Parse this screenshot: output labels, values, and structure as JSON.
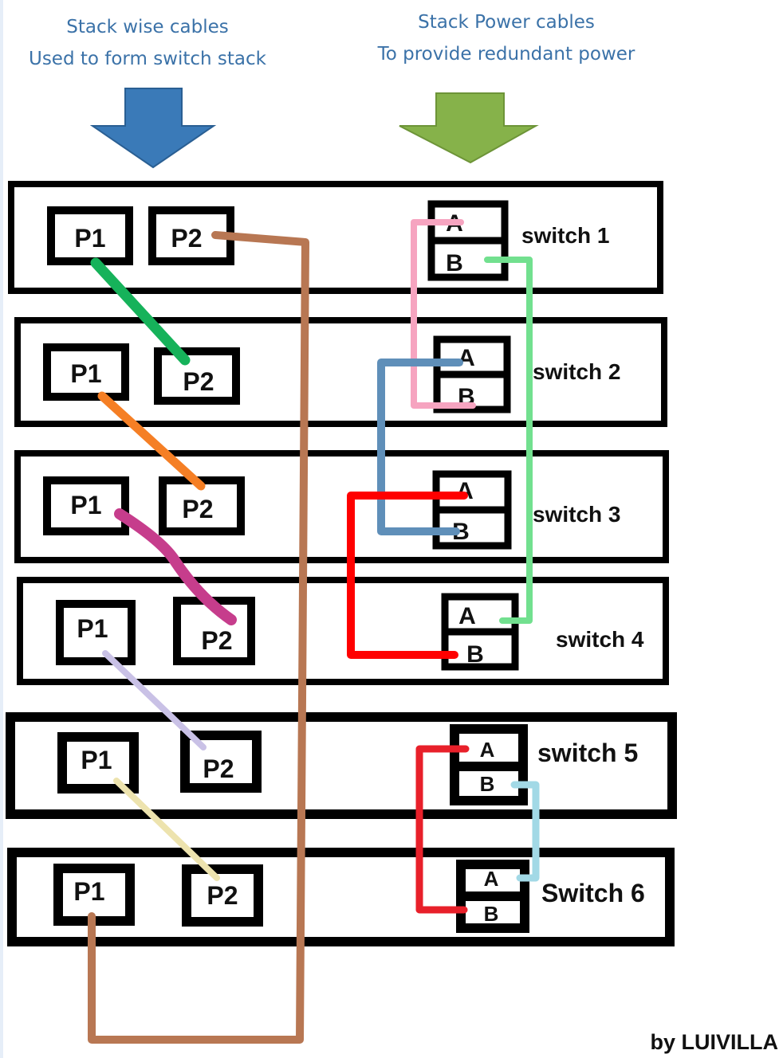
{
  "headers": {
    "left": {
      "line1": "Stack wise cables",
      "line2": "Used to form switch stack",
      "arrow_color": "#3a7ab8"
    },
    "right": {
      "line1": "Stack Power cables",
      "line2": "To provide redundant power",
      "arrow_color": "#86b24a"
    }
  },
  "switches": [
    {
      "name": "switch 1",
      "ports": [
        "P1",
        "P2"
      ],
      "power_ports": [
        "A",
        "B"
      ]
    },
    {
      "name": "switch 2",
      "ports": [
        "P1",
        "P2"
      ],
      "power_ports": [
        "A",
        "B"
      ]
    },
    {
      "name": "switch 3",
      "ports": [
        "P1",
        "P2"
      ],
      "power_ports": [
        "A",
        "B"
      ]
    },
    {
      "name": "switch 4",
      "ports": [
        "P1",
        "P2"
      ],
      "power_ports": [
        "A",
        "B"
      ]
    },
    {
      "name": "switch 5",
      "ports": [
        "P1",
        "P2"
      ],
      "power_ports": [
        "A",
        "B"
      ]
    },
    {
      "name": "Switch 6",
      "ports": [
        "P1",
        "P2"
      ],
      "power_ports": [
        "A",
        "B"
      ]
    }
  ],
  "stackwise_cables": [
    {
      "from": "switch 1 P1",
      "to": "switch 2 P2",
      "color": "#16b25a"
    },
    {
      "from": "switch 2 P1",
      "to": "switch 3 P2",
      "color": "#f57f25"
    },
    {
      "from": "switch 3 P1",
      "to": "switch 4 P2",
      "color": "#c63d8c"
    },
    {
      "from": "switch 4 P1",
      "to": "switch 5 P2",
      "color": "#c9c1e6"
    },
    {
      "from": "switch 5 P1",
      "to": "Switch 6 P2",
      "color": "#ede3ae"
    },
    {
      "from": "Switch 6 P1",
      "to": "switch 1 P2",
      "color": "#b87753"
    }
  ],
  "stackpower_cables": [
    {
      "from": "switch 1 A",
      "to": "switch 2 B",
      "color": "#f6a4c0"
    },
    {
      "from": "switch 1 B",
      "to": "switch 4 A",
      "color": "#72e08f"
    },
    {
      "from": "switch 2 A",
      "to": "switch 3 B",
      "color": "#5f8fb9"
    },
    {
      "from": "switch 3 A",
      "to": "switch 4 B",
      "color": "#ff0000"
    },
    {
      "from": "switch 5 A",
      "to": "Switch 6 B",
      "color": "#e8202a"
    },
    {
      "from": "switch 5 B",
      "to": "Switch 6 A",
      "color": "#a2d9e6"
    }
  ],
  "credit": "by LUIVILLA"
}
